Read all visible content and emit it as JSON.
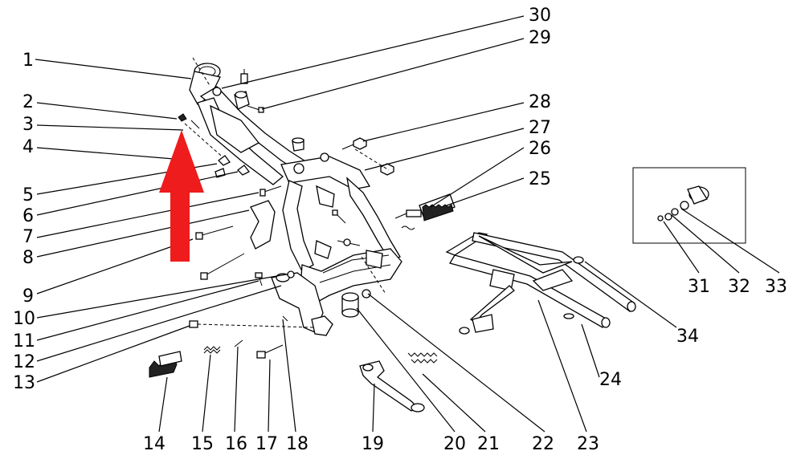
{
  "callouts": {
    "n1": "1",
    "n2": "2",
    "n3": "3",
    "n4": "4",
    "n5": "5",
    "n6": "6",
    "n7": "7",
    "n8": "8",
    "n9": "9",
    "n10": "10",
    "n11": "11",
    "n12": "12",
    "n13": "13",
    "n14": "14",
    "n15": "15",
    "n16": "16",
    "n17": "17",
    "n18": "18",
    "n19": "19",
    "n20": "20",
    "n21": "21",
    "n22": "22",
    "n23": "23",
    "n24": "24",
    "n25": "25",
    "n26": "26",
    "n27": "27",
    "n28": "28",
    "n29": "29",
    "n30": "30",
    "n31": "31",
    "n32": "32",
    "n33": "33",
    "n34": "34"
  },
  "colors": {
    "arrow": "#ee1c1c",
    "line": "#000000",
    "background": "#ffffff"
  }
}
